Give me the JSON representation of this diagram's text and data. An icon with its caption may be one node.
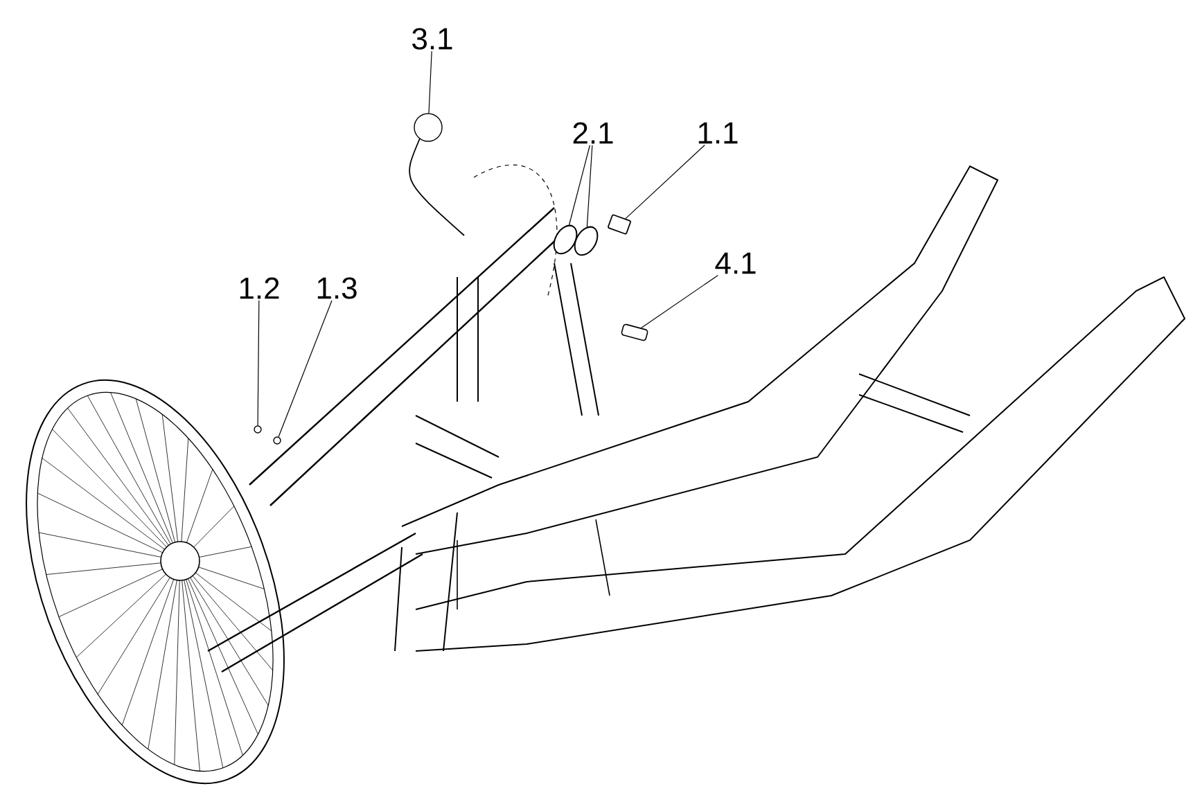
{
  "diagram": {
    "nodes": [
      {
        "text": [
          "3.1"
        ]
      },
      {
        "text": [
          "2.1"
        ]
      },
      {
        "text": [
          "1.1"
        ]
      },
      {
        "text": [
          "4.1"
        ]
      },
      {
        "text": [
          "1.2"
        ]
      },
      {
        "text": [
          "1.3"
        ]
      },
      {
        "text": [],
        "shape": "circle"
      },
      {
        "text": [],
        "shape": "picture"
      },
      {
        "text": [],
        "shape": "picture"
      },
      {
        "text": [],
        "shape": "picture"
      },
      {
        "text": [],
        "shape": "picture"
      },
      {
        "text": [],
        "shape": "circle"
      },
      {
        "text": [],
        "shape": "circle"
      }
    ],
    "edges": [
      {
        "from": 0,
        "to": 6,
        "arrow": "none"
      },
      {
        "from": 1,
        "to": 7,
        "arrow": "none"
      },
      {
        "from": 1,
        "to": 8,
        "arrow": "none"
      },
      {
        "from": 2,
        "to": 9,
        "arrow": "none"
      },
      {
        "from": 3,
        "to": 10,
        "arrow": "none"
      },
      {
        "from": 4,
        "to": 11,
        "arrow": "none"
      },
      {
        "from": 5,
        "to": 12,
        "arrow": "none"
      }
    ]
  }
}
